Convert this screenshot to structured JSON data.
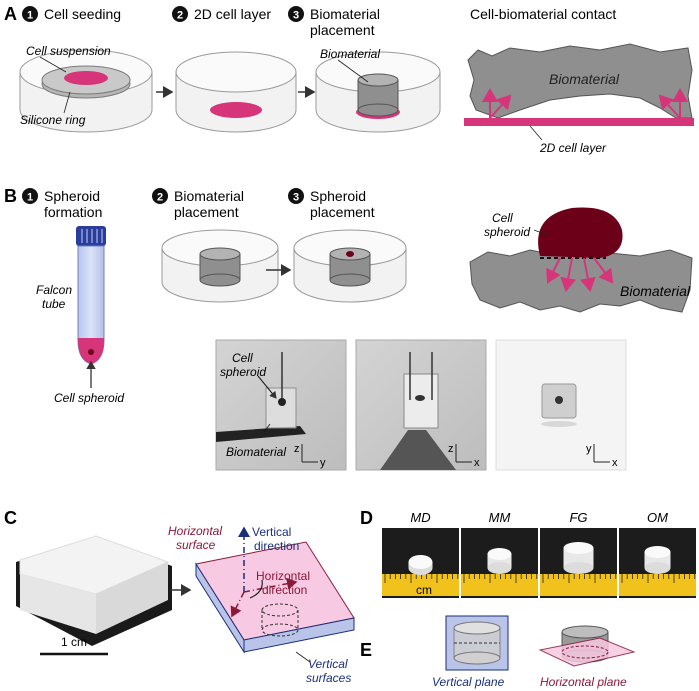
{
  "panelA": {
    "letter": "A",
    "step1": {
      "num": "1",
      "title": "Cell seeding"
    },
    "step2": {
      "num": "2",
      "title": "2D cell layer"
    },
    "step3": {
      "num": "3",
      "title_line1": "Biomaterial",
      "title_line2": "placement"
    },
    "contact_title": "Cell-biomaterial contact",
    "cell_suspension": "Cell suspension",
    "silicone_ring": "Silicone ring",
    "biomaterial_label": "Biomaterial",
    "biomaterial_in_contact": "Biomaterial",
    "cell_layer_label": "2D cell layer"
  },
  "panelB": {
    "letter": "B",
    "step1": {
      "num": "1",
      "title_line1": "Spheroid",
      "title_line2": "formation"
    },
    "step2": {
      "num": "2",
      "title_line1": "Biomaterial",
      "title_line2": "placement"
    },
    "step3": {
      "num": "3",
      "title_line1": "Spheroid",
      "title_line2": "placement"
    },
    "falcon_line1": "Falcon",
    "falcon_line2": "tube",
    "cell_spheroid": "Cell spheroid",
    "spheroid_l1": "Cell",
    "spheroid_l2": "spheroid",
    "biomaterial_label": "Biomaterial",
    "photo1_spheroid_l1": "Cell",
    "photo1_spheroid_l2": "spheroid",
    "photo1_biomaterial": "Biomaterial",
    "axes1": {
      "v": "z",
      "h": "y"
    },
    "axes2": {
      "v": "z",
      "h": "x"
    },
    "axes3": {
      "v": "y",
      "h": "x"
    }
  },
  "panelC": {
    "letter": "C",
    "horizontal_surface_l1": "Horizontal",
    "horizontal_surface_l2": "surface",
    "vertical_direction_l1": "Vertical",
    "vertical_direction_l2": "direction",
    "horizontal_direction_l1": "Horizontal",
    "horizontal_direction_l2": "direction",
    "vertical_surfaces_l1": "Vertical",
    "vertical_surfaces_l2": "surfaces",
    "scale": "1 cm"
  },
  "panelD": {
    "letter": "D",
    "samples": [
      "MD",
      "MM",
      "FG",
      "OM"
    ],
    "ruler_unit": "cm"
  },
  "panelE": {
    "letter": "E",
    "vertical_plane": "Vertical plane",
    "horizontal_plane": "Horizontal plane"
  },
  "colors": {
    "pink": "#d6357a",
    "pink_light": "#f7c9e2",
    "gray_material": "#8f8f8f",
    "dark_red": "#6b0018",
    "navy": "#1a2f7a",
    "maroon": "#8b1a3a",
    "tube_blue": "#c7d3f2",
    "cap_blue": "#2b3d9a"
  }
}
